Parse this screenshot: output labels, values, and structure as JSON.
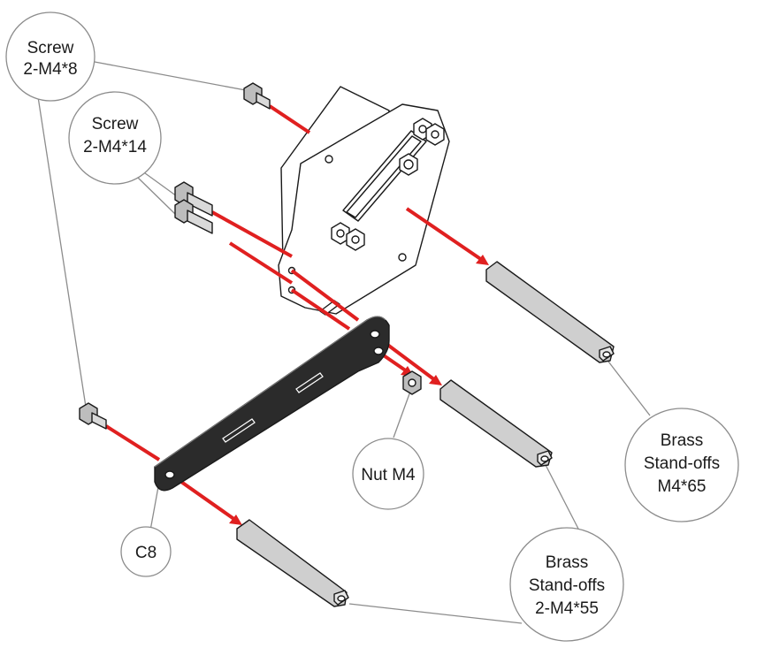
{
  "diagram": {
    "callouts": {
      "screw_m4_8": {
        "line1": "Screw",
        "line2": "2-M4*8"
      },
      "screw_m4_14": {
        "line1": "Screw",
        "line2": "2-M4*14"
      },
      "standoffs_m4_65": {
        "line1": "Brass",
        "line2": "Stand-offs",
        "line3": "M4*65"
      },
      "nut_m4": {
        "line1": "Nut M4"
      },
      "c8": {
        "line1": "C8"
      },
      "standoffs_m4_55": {
        "line1": "Brass",
        "line2": "Stand-offs",
        "line3": "2-M4*55"
      }
    },
    "colors": {
      "arrow": "#e02020",
      "bracket": "#2b2b2b",
      "standoff": "#cfcfcf",
      "screw": "#bdbdbd",
      "plate": "#ffffff",
      "leader": "#8c8c8c"
    }
  }
}
